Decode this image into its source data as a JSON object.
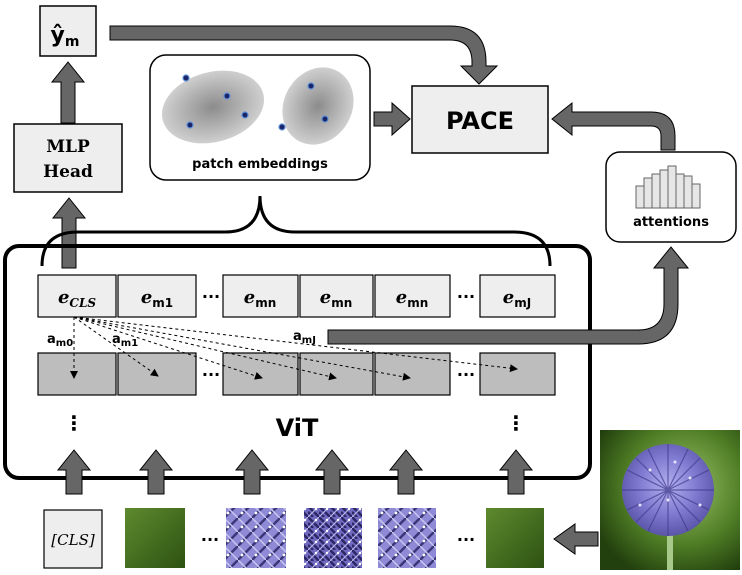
{
  "output_label": {
    "base": "ŷ",
    "sub": "m"
  },
  "mlp_head": {
    "line1": "MLP",
    "line2": "Head"
  },
  "pace_label": "PACE",
  "patch_embeddings_label": "patch embeddings",
  "attentions_label": "attentions",
  "vit_label": "ViT",
  "tokens": [
    {
      "base": "e",
      "sub": "CLS"
    },
    {
      "base": "e",
      "sub": "m1"
    },
    {
      "base": "e",
      "sub": "mn"
    },
    {
      "base": "e",
      "sub": "mn"
    },
    {
      "base": "e",
      "sub": "mn"
    },
    {
      "base": "e",
      "sub": "mJ"
    }
  ],
  "attention_weights": [
    {
      "base": "a",
      "sub": "m0"
    },
    {
      "base": "a",
      "sub": "m1"
    },
    {
      "base": "a",
      "sub": "mJ"
    }
  ],
  "ellipsis": "···",
  "vertical_ellipsis": "⋮",
  "cls_input_label": "[CLS]",
  "colors": {
    "box_fill": "#eeeeee",
    "vit_cell_fill": "#bdbdbd",
    "arrow_fill": "#666666",
    "border": "#000000",
    "flower": "#8a86d8",
    "background_green": "#3f6a1c"
  }
}
